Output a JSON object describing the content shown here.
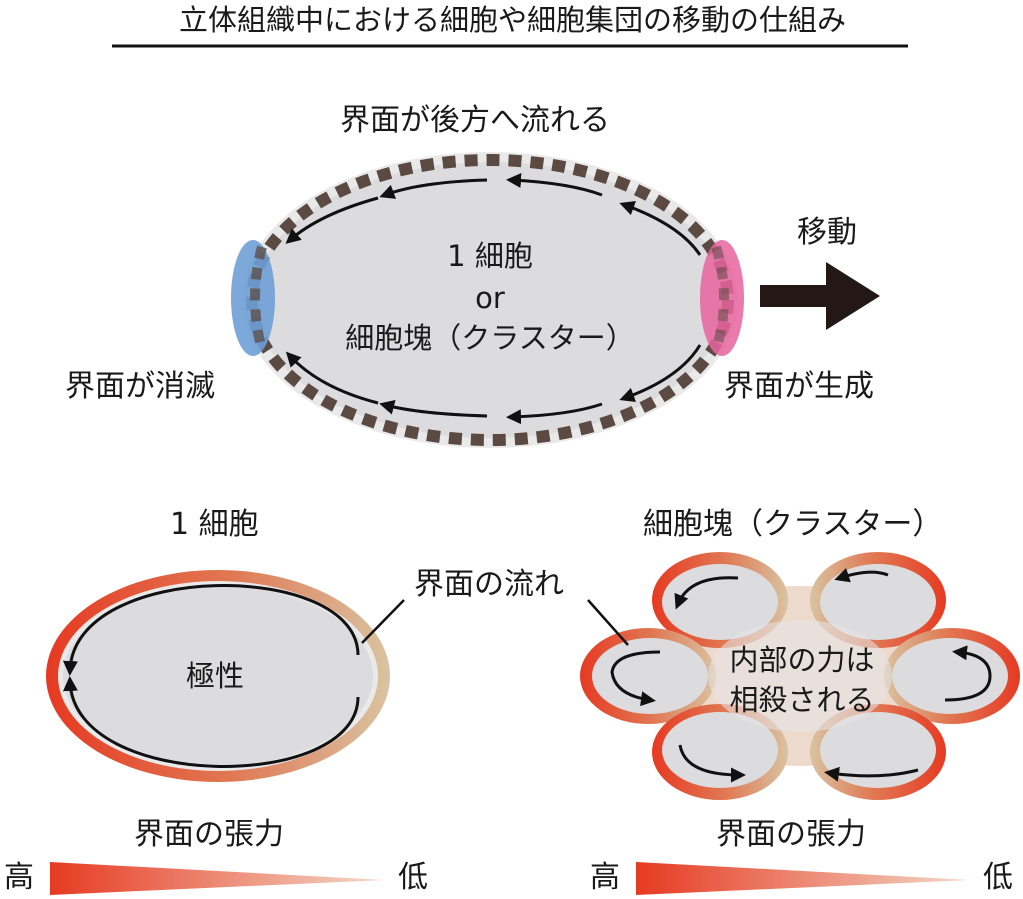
{
  "title": "立体組織中における細胞や細胞集団の移動の仕組み",
  "top": {
    "flow_label": "界面が後方へ流れる",
    "move_label": "移動",
    "center_line1": "1 細胞",
    "center_line2": "or",
    "center_line3": "細胞塊（クラスター）",
    "left_label": "界面が消滅",
    "right_label": "界面が生成"
  },
  "bottom_left": {
    "title": "1 細胞",
    "center": "極性",
    "tension_label": "界面の張力",
    "high": "高",
    "low": "低"
  },
  "bottom_right": {
    "title": "細胞塊（クラスター）",
    "center_line1": "内部の力は",
    "center_line2": "相殺される",
    "tension_label": "界面の張力",
    "high": "高",
    "low": "低"
  },
  "flow_callout": "界面の流れ",
  "colors": {
    "cell_fill": "#dcdcde",
    "cell_edge": "#e9e9ea",
    "dash": "#5b4a42",
    "vanish_blue": "#6e9fd6",
    "create_pink": "#e9649f",
    "arrow": "#231815",
    "tension_high": "#e63a22",
    "tension_low": "#d8bf9a"
  }
}
